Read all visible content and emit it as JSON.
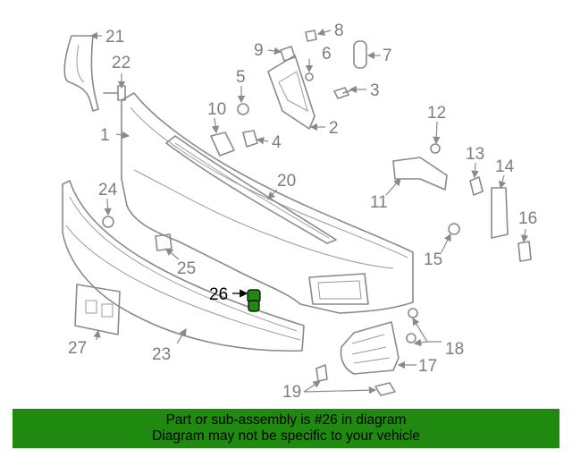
{
  "diagram": {
    "highlight_color": "#1f8a0f",
    "callouts": [
      {
        "id": "c1",
        "label": "1"
      },
      {
        "id": "c2",
        "label": "2"
      },
      {
        "id": "c3",
        "label": "3"
      },
      {
        "id": "c4",
        "label": "4"
      },
      {
        "id": "c5",
        "label": "5"
      },
      {
        "id": "c6",
        "label": "6"
      },
      {
        "id": "c7",
        "label": "7"
      },
      {
        "id": "c8",
        "label": "8"
      },
      {
        "id": "c9",
        "label": "9"
      },
      {
        "id": "c10",
        "label": "10"
      },
      {
        "id": "c11",
        "label": "11"
      },
      {
        "id": "c12",
        "label": "12"
      },
      {
        "id": "c13",
        "label": "13"
      },
      {
        "id": "c14",
        "label": "14"
      },
      {
        "id": "c15",
        "label": "15"
      },
      {
        "id": "c16",
        "label": "16"
      },
      {
        "id": "c17",
        "label": "17"
      },
      {
        "id": "c18",
        "label": "18"
      },
      {
        "id": "c19",
        "label": "19"
      },
      {
        "id": "c20",
        "label": "20"
      },
      {
        "id": "c21",
        "label": "21"
      },
      {
        "id": "c22",
        "label": "22"
      },
      {
        "id": "c23",
        "label": "23"
      },
      {
        "id": "c24",
        "label": "24"
      },
      {
        "id": "c25",
        "label": "25"
      },
      {
        "id": "c26",
        "label": "26"
      },
      {
        "id": "c27",
        "label": "27"
      }
    ],
    "highlighted_part": "26"
  },
  "banner": {
    "line1": "Part or sub-assembly is #26 in diagram",
    "line2": "Diagram may not be specific to your vehicle"
  }
}
